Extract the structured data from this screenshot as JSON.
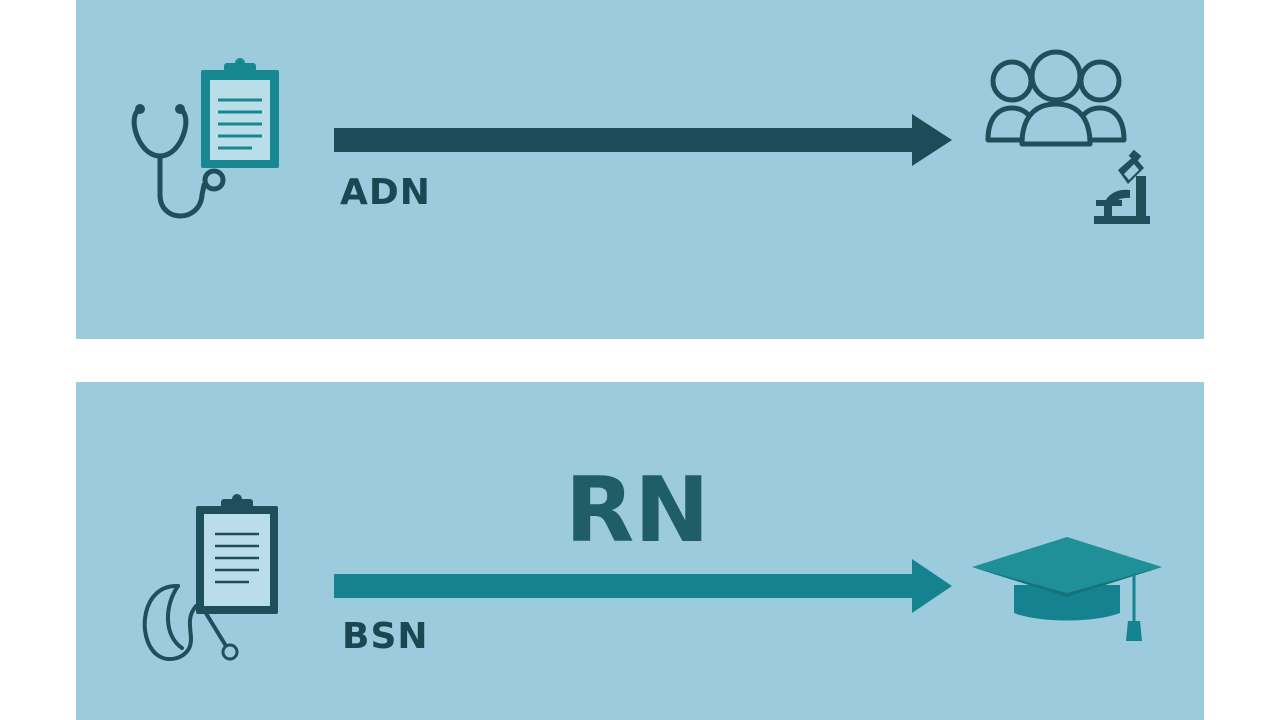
{
  "diagram": {
    "top_pathway": {
      "label": "ADN",
      "start_icons": [
        "stethoscope-icon",
        "clipboard-icon"
      ],
      "end_icons": [
        "people-group-icon",
        "microscope-icon"
      ]
    },
    "bottom_pathway": {
      "title": "RN",
      "label": "BSN",
      "start_icons": [
        "clipboard-icon",
        "stethoscope-icon"
      ],
      "end_icons": [
        "graduation-cap-icon"
      ]
    }
  },
  "colors": {
    "panel_background": "#9ccbdd",
    "arrow_top": "#1b4c57",
    "arrow_bottom": "#15838f",
    "icon_dark": "#1f4f5a",
    "icon_teal": "#17888f",
    "text": "#1b4752"
  }
}
